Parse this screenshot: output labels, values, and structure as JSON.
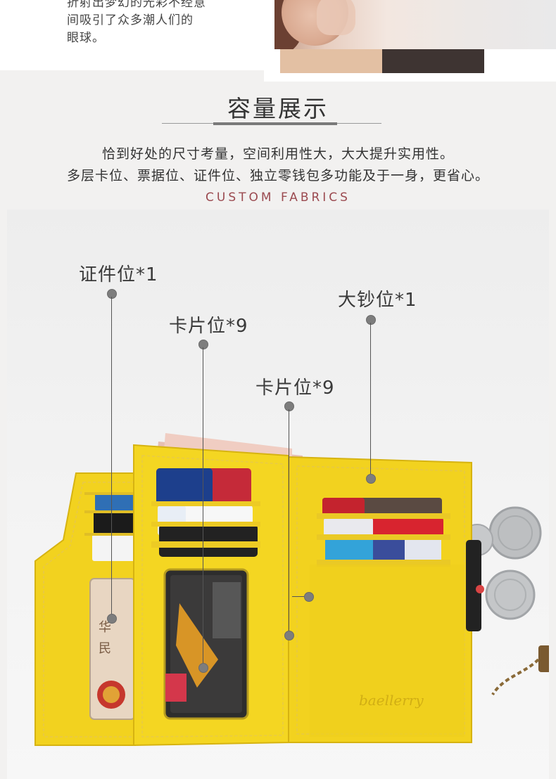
{
  "top": {
    "text_lines": [
      "折射出梦幻的光彩不经意",
      "间吸引了众多潮人们的",
      "眼球。"
    ],
    "swatch_colors": [
      "#e3c0a3",
      "#3e3432"
    ]
  },
  "section": {
    "title": "容量展示",
    "desc_line1": "恰到好处的尺寸考量，空间利用性大，大大提升实用性。",
    "desc_line2": "多层卡位、票据位、证件位、独立零钱包多功能及于一身，更省心。",
    "tagline": "CUSTOM  FABRICS"
  },
  "callouts": [
    {
      "label": "证件位*1"
    },
    {
      "label": "卡片位*9"
    },
    {
      "label": "卡片位*9"
    },
    {
      "label": "大钞位*1"
    }
  ],
  "product": {
    "wallet_color": "#f2d21f",
    "brand_emboss": "baellerry"
  }
}
